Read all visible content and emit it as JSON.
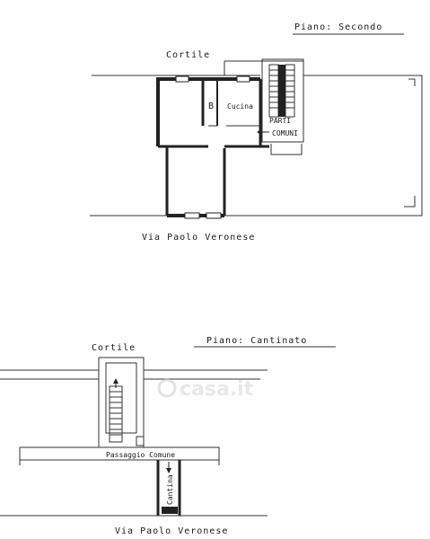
{
  "upper_plan": {
    "floor_title": "Piano: Secondo",
    "courtyard_label": "Cortile",
    "bathroom_label": "B",
    "kitchen_label": "Cucina",
    "common_parts_line1": "PARTI",
    "common_parts_line2": "COMUNI",
    "street_label": "Via Paolo Veronese"
  },
  "lower_plan": {
    "floor_title": "Piano: Cantinato",
    "courtyard_label": "Cortile",
    "passage_label": "Passaggio Comune",
    "cellar_label": "Cantina",
    "street_label": "Via Paolo Veronese"
  },
  "watermark": {
    "text": "casa.it"
  },
  "colors": {
    "ink": "#222222",
    "paper": "#ffffff",
    "watermark": "#d9d9d9"
  }
}
